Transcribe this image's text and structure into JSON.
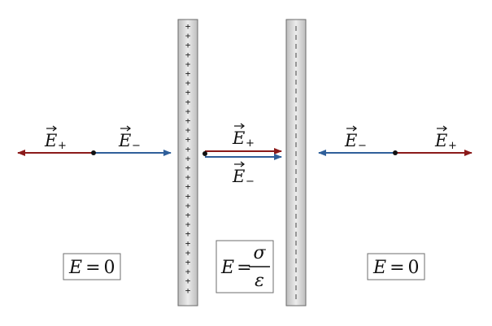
{
  "labels": {
    "e_plus_symbol": "E",
    "e_plus_sign": "+",
    "e_minus_symbol": "E",
    "e_minus_sign": "−"
  },
  "plates": {
    "positive_sign": "+",
    "negative_sign": "−"
  },
  "equations": {
    "left": {
      "var": "E",
      "op": "=",
      "val": "0"
    },
    "middle": {
      "var": "E",
      "op": "=",
      "numerator": "σ",
      "denominator": "ε"
    },
    "right": {
      "var": "E",
      "op": "=",
      "val": "0"
    }
  },
  "colors": {
    "e_plus_arrow": "#8b1a1a",
    "e_minus_arrow": "#2f5f9a",
    "plate_fill": "#d6d6d6",
    "plate_stroke": "#6a6a6a"
  }
}
